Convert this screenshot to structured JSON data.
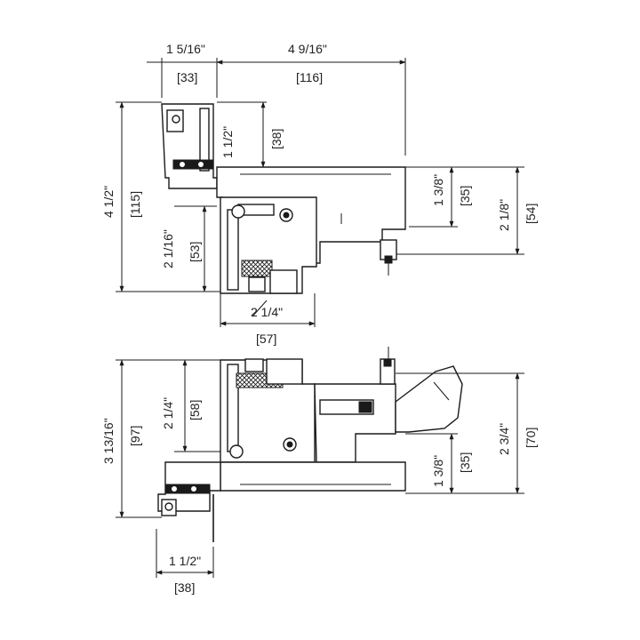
{
  "top_section": {
    "dim_h_left": "1 5/16\"",
    "dim_h_left_mm": "[33]",
    "dim_h_right": "4 9/16\"",
    "dim_h_right_mm": "[116]",
    "dim_frame_height": "1 1/2\"",
    "dim_frame_height_mm": "[38]",
    "dim_overall_height": "4 1/2\"",
    "dim_overall_height_mm": "[115]",
    "dim_sash_height": "2 1/16\"",
    "dim_sash_height_mm": "[53]",
    "dim_right_inner": "1 3/8\"",
    "dim_right_inner_mm": "[35]",
    "dim_right_outer": "2 1/8\"",
    "dim_right_outer_mm": "[54]"
  },
  "mid_section": {
    "dim_glass_width": "2 1/4\"",
    "dim_glass_width_mm": "[57]"
  },
  "bottom_section": {
    "dim_overall_height": "3 13/16\"",
    "dim_overall_height_mm": "[97]",
    "dim_sash_height": "2 1/4\"",
    "dim_sash_height_mm": "[58]",
    "dim_right_inner": "1 3/8\"",
    "dim_right_inner_mm": "[35]",
    "dim_right_outer": "2 3/4\"",
    "dim_right_outer_mm": "[70]",
    "dim_frame_width": "1 1/2\"",
    "dim_frame_width_mm": "[38]"
  }
}
